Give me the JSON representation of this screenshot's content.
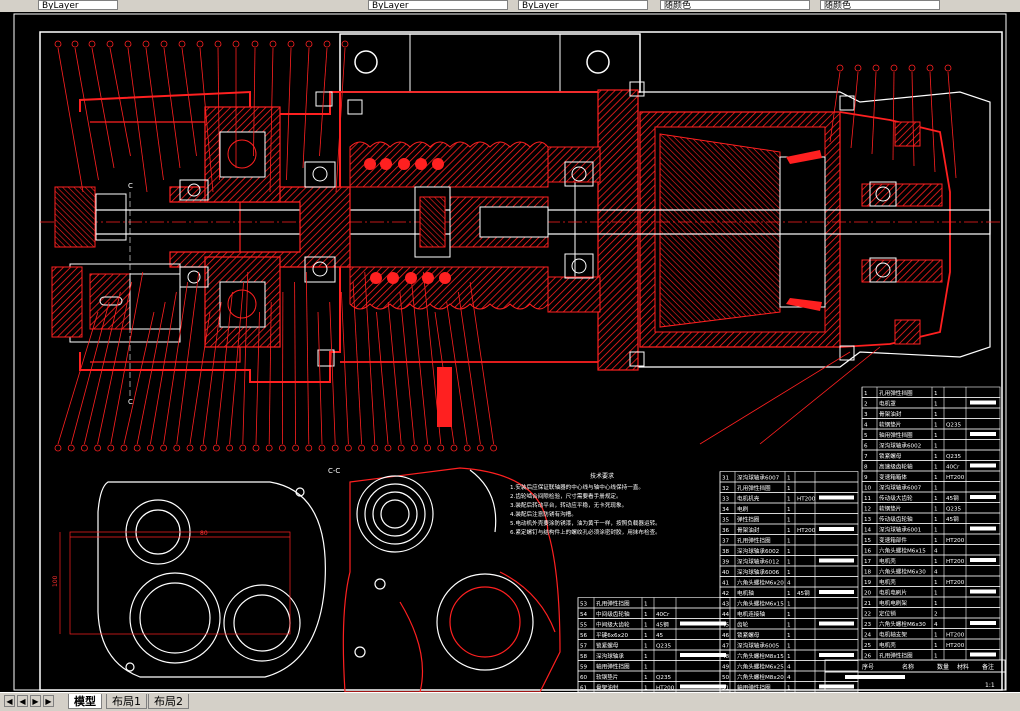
{
  "toolbar": {
    "fields": [
      "ByLayer",
      "ByLayer",
      "ByLayer",
      "随颜色",
      "随颜色"
    ]
  },
  "layout_tabs": [
    {
      "label": "模型",
      "active": true
    },
    {
      "label": "布局1",
      "active": false
    },
    {
      "label": "布局2",
      "active": false
    }
  ],
  "nav_buttons": [
    "◀",
    "◀",
    "▶",
    "▶"
  ],
  "drawing": {
    "section_label": "C-C",
    "section_marks": [
      "C",
      "C"
    ],
    "tech_requirements": {
      "title": "技术要求",
      "lines": [
        "1.安装后应保证联轴器的中心线与轴中心线保持一直。",
        "2.齿轮啮合间隙检验，尺寸需要看手册规定。",
        "3.装配后转动平台，转动应平稳，无卡死现象。",
        "4.装配后注意防锈有沟槽。",
        "5.电动机外壳要涂防锈漆，油为黄干一样，按照负载器运转。",
        "6.紧定螺钉与结构件上的螺纹孔必须涂密封胶，用抹布检查。"
      ]
    },
    "bom_left": [
      {
        "no": "61",
        "name": "骨架油封",
        "qty": "1",
        "mat": "HT200"
      },
      {
        "no": "60",
        "name": "软钢垫片",
        "qty": "1",
        "mat": "Q235"
      },
      {
        "no": "59",
        "name": "轴用弹性挡圈",
        "qty": "1",
        "mat": ""
      },
      {
        "no": "58",
        "name": "深沟球轴承",
        "qty": "1",
        "mat": ""
      },
      {
        "no": "57",
        "name": "锁紧螺母",
        "qty": "1",
        "mat": "Q235"
      },
      {
        "no": "56",
        "name": "平键6x6x20",
        "qty": "1",
        "mat": "45"
      },
      {
        "no": "55",
        "name": "中间级大齿轮",
        "qty": "1",
        "mat": "45钢"
      },
      {
        "no": "54",
        "name": "中间级齿轮轴",
        "qty": "1",
        "mat": "40Cr"
      },
      {
        "no": "53",
        "name": "孔用弹性挡圈",
        "qty": "1",
        "mat": ""
      }
    ],
    "bom_mid": [
      {
        "no": "51",
        "name": "轴用弹性挡圈",
        "qty": "1",
        "mat": ""
      },
      {
        "no": "50",
        "name": "六角头螺栓M8x20",
        "qty": "4",
        "mat": ""
      },
      {
        "no": "49",
        "name": "六角头螺栓M6x25",
        "qty": "4",
        "mat": ""
      },
      {
        "no": "48",
        "name": "六角头螺栓M8x15",
        "qty": "1",
        "mat": ""
      },
      {
        "no": "47",
        "name": "深沟球轴承6005",
        "qty": "1",
        "mat": ""
      },
      {
        "no": "46",
        "name": "锁紧螺母",
        "qty": "1",
        "mat": ""
      },
      {
        "no": "45",
        "name": "齿轮",
        "qty": "1",
        "mat": ""
      },
      {
        "no": "44",
        "name": "电机连接轴",
        "qty": "1",
        "mat": ""
      },
      {
        "no": "43",
        "name": "六角头螺栓M6x15",
        "qty": "1",
        "mat": ""
      },
      {
        "no": "42",
        "name": "电机轴",
        "qty": "1",
        "mat": "45钢"
      },
      {
        "no": "41",
        "name": "六角头螺栓M6x20",
        "qty": "4",
        "mat": ""
      },
      {
        "no": "40",
        "name": "深沟球轴承6006",
        "qty": "1",
        "mat": ""
      },
      {
        "no": "39",
        "name": "深沟球轴承6012",
        "qty": "1",
        "mat": ""
      },
      {
        "no": "38",
        "name": "深沟球轴承6002",
        "qty": "1",
        "mat": ""
      },
      {
        "no": "37",
        "name": "孔用弹性挡圈",
        "qty": "1",
        "mat": ""
      },
      {
        "no": "36",
        "name": "骨架油封",
        "qty": "1",
        "mat": "HT200"
      },
      {
        "no": "35",
        "name": "弹性挡圈",
        "qty": "1",
        "mat": ""
      },
      {
        "no": "34",
        "name": "电刷",
        "qty": "1",
        "mat": ""
      },
      {
        "no": "33",
        "name": "电机机壳",
        "qty": "1",
        "mat": "HT200"
      },
      {
        "no": "32",
        "name": "孔用弹性挡圈",
        "qty": "1",
        "mat": ""
      },
      {
        "no": "31",
        "name": "深沟球轴承6007",
        "qty": "1",
        "mat": ""
      }
    ],
    "bom_right": [
      {
        "no": "26",
        "name": "孔用弹性挡圈",
        "qty": "1",
        "mat": ""
      },
      {
        "no": "25",
        "name": "电机壳",
        "qty": "1",
        "mat": "HT200"
      },
      {
        "no": "24",
        "name": "电机轴支架",
        "qty": "1",
        "mat": "HT200"
      },
      {
        "no": "23",
        "name": "六角头螺栓M6x30",
        "qty": "4",
        "mat": ""
      },
      {
        "no": "22",
        "name": "定位销",
        "qty": "2",
        "mat": ""
      },
      {
        "no": "21",
        "name": "电机电刷架",
        "qty": "1",
        "mat": ""
      },
      {
        "no": "20",
        "name": "电机电刷片",
        "qty": "1",
        "mat": ""
      },
      {
        "no": "19",
        "name": "电机壳",
        "qty": "1",
        "mat": "HT200"
      },
      {
        "no": "18",
        "name": "六角头螺栓M6x30",
        "qty": "4",
        "mat": ""
      },
      {
        "no": "17",
        "name": "电机壳",
        "qty": "1",
        "mat": "HT200"
      },
      {
        "no": "16",
        "name": "六角头螺栓M6x15",
        "qty": "4",
        "mat": ""
      },
      {
        "no": "15",
        "name": "变速箱部件",
        "qty": "1",
        "mat": "HT200"
      },
      {
        "no": "14",
        "name": "深沟球轴承6001",
        "qty": "1",
        "mat": ""
      },
      {
        "no": "13",
        "name": "传动级齿轮轴",
        "qty": "1",
        "mat": "45钢"
      },
      {
        "no": "12",
        "name": "软钢垫片",
        "qty": "1",
        "mat": "Q235"
      },
      {
        "no": "11",
        "name": "传动级大齿轮",
        "qty": "1",
        "mat": "45钢"
      },
      {
        "no": "10",
        "name": "深沟球轴承6007",
        "qty": "1",
        "mat": ""
      },
      {
        "no": "9",
        "name": "变速箱箱体",
        "qty": "1",
        "mat": "HT200"
      },
      {
        "no": "8",
        "name": "高速级齿轮轴",
        "qty": "1",
        "mat": "40Cr"
      },
      {
        "no": "7",
        "name": "锁紧螺母",
        "qty": "1",
        "mat": "Q235"
      },
      {
        "no": "6",
        "name": "深沟球轴承6002",
        "qty": "1",
        "mat": ""
      },
      {
        "no": "5",
        "name": "轴用弹性挡圈",
        "qty": "1",
        "mat": ""
      },
      {
        "no": "4",
        "name": "软钢垫片",
        "qty": "1",
        "mat": "Q235"
      },
      {
        "no": "3",
        "name": "骨架油封",
        "qty": "1",
        "mat": ""
      },
      {
        "no": "2",
        "name": "电机罩",
        "qty": "1",
        "mat": ""
      },
      {
        "no": "1",
        "name": "孔用弹性挡圈",
        "qty": "1",
        "mat": ""
      }
    ],
    "bom_header": [
      "序号",
      "名称",
      "数量",
      "材料",
      "备注"
    ],
    "scale": "1:1"
  },
  "colors": {
    "background": "#000000",
    "outline": "#ff0000",
    "hatch": "#ff2020",
    "white_lines": "#ffffff",
    "frame": "#ffffff",
    "dimension": "#ff3030"
  }
}
